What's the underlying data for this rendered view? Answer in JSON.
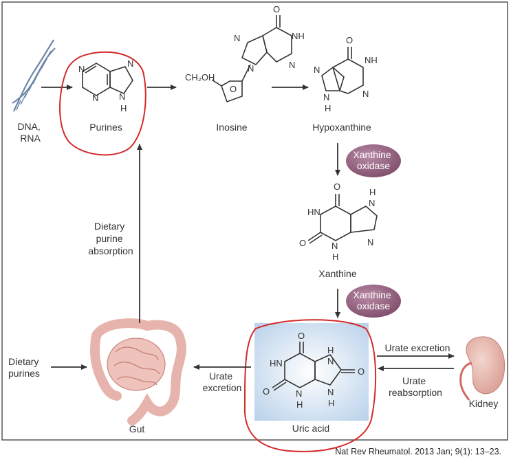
{
  "figure": {
    "nodes": {
      "dna": "DNA,\nRNA",
      "purines": "Purines",
      "inosine": "Inosine",
      "hypoxanthine": "Hypoxanthine",
      "xanthine": "Xanthine",
      "uric_acid": "Uric acid",
      "gut": "Gut",
      "kidney": "Kidney"
    },
    "enzyme": "Xanthine\noxidase",
    "edges": {
      "dietary_absorption": "Dietary\npurine\nabsorption",
      "dietary_purines": "Dietary\npurines",
      "urate_excretion_gut": "Urate\nexcretion",
      "urate_excretion_kidney": "Urate excretion",
      "urate_reabsorption": "Urate\nreabsorption"
    },
    "atoms": {
      "N": "N",
      "NH": "NH",
      "H": "H",
      "HN": "HN",
      "O": "O",
      "CH2OH": "CH₂OH"
    },
    "citation": "Nat Rev Rheumatol. 2013 Jan; 9(1): 13–23."
  },
  "colors": {
    "enzyme_fill": "#9b6a86",
    "highlight_box": "#c9dcee",
    "annotation_red": "#d42a2a",
    "organ_pink": "#e7b3ad",
    "dna_blue": "#6f87a8"
  }
}
